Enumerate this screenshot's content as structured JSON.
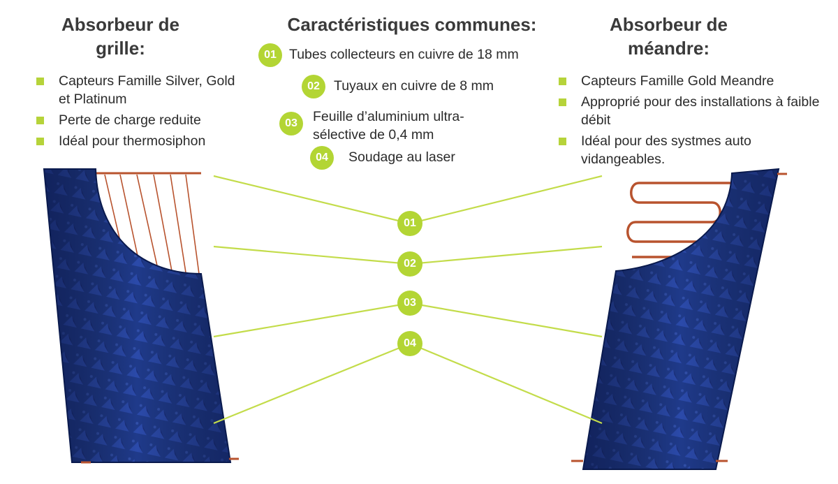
{
  "left": {
    "title": "Absorbeur de\ngrille:",
    "bullets": [
      "Capteurs Famille Silver, Gold et Platinum",
      "Perte de charge reduite",
      "Idéal pour thermosiphon"
    ]
  },
  "center": {
    "title": "Caractéristiques communes:",
    "features": [
      {
        "num": "01",
        "text": "Tubes collecteurs en cuivre de 18 mm"
      },
      {
        "num": "02",
        "text": "Tuyaux en cuivre de 8 mm"
      },
      {
        "num": "03",
        "text": "Feuille d’aluminium ultra-sélective de 0,4 mm"
      },
      {
        "num": "04",
        "text": "Soudage au laser"
      }
    ]
  },
  "right": {
    "title": "Absorbeur de\nméandre:",
    "bullets": [
      "Capteurs Famille Gold Meandre",
      "Approprié pour des installations à faible débit",
      "Idéal pour des systmes auto vidangeables."
    ]
  },
  "callouts": [
    "01",
    "02",
    "03",
    "04"
  ],
  "colors": {
    "accent_green": "#b3d534",
    "line_green": "#c3dc4a",
    "panel_blue": "#1f3a8a",
    "copper": "#b8532e"
  }
}
